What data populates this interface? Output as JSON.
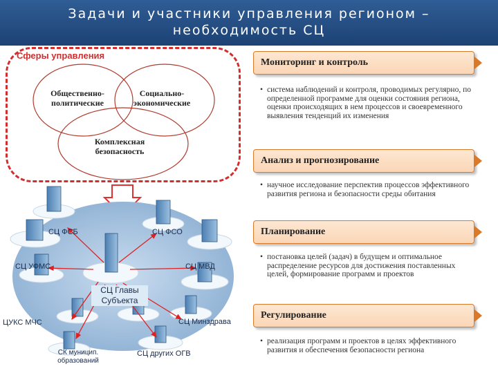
{
  "header": {
    "title": "Задачи и участники управления регионом – необходимость СЦ"
  },
  "spheres": {
    "label": "Сферы управления",
    "sociopolitical": "Общественно-политические",
    "socioeconomic": "Социально-экономические",
    "security": "Комплексная безопасность"
  },
  "network": {
    "center": "СЦ Главы Субъекта",
    "nodes": {
      "fsb": "СЦ ФСБ",
      "fso": "СЦ ФСО",
      "ufms": "СЦ УФМС",
      "mvd": "СЦ МВД",
      "tsuks": "ЦУКС МЧС",
      "minzdrav": "СЦ Минздрава",
      "municipal": "СК муницип. образований",
      "other": "СЦ других ОГВ"
    }
  },
  "functions": [
    {
      "title": "Мониторинг и контроль",
      "desc": "система наблюдений и контроля, проводимых регулярно, по определенной программе для оценки состояния региона, оценки происходящих в нем процессов и своевременного выявления тенденций их изменения"
    },
    {
      "title": "Анализ и прогнозирование",
      "desc": "научное исследование перспектив процессов эффективного развития региона и безопасности среды обитания"
    },
    {
      "title": "Планирование",
      "desc": "постановка целей (задач) в будущем и оптимальное распределение ресурсов для достижения поставленных целей, формирование программ и проектов"
    },
    {
      "title": "Регулирование",
      "desc": "реализация программ и проектов в целях эффективного развития и обеспечения безопасности региона"
    }
  ],
  "colors": {
    "header": "#2a5690",
    "accent_red": "#d42d2d",
    "box_border": "#d97a2b",
    "box_fill": "#fde3cc",
    "network_fill": "#9fbddb"
  }
}
